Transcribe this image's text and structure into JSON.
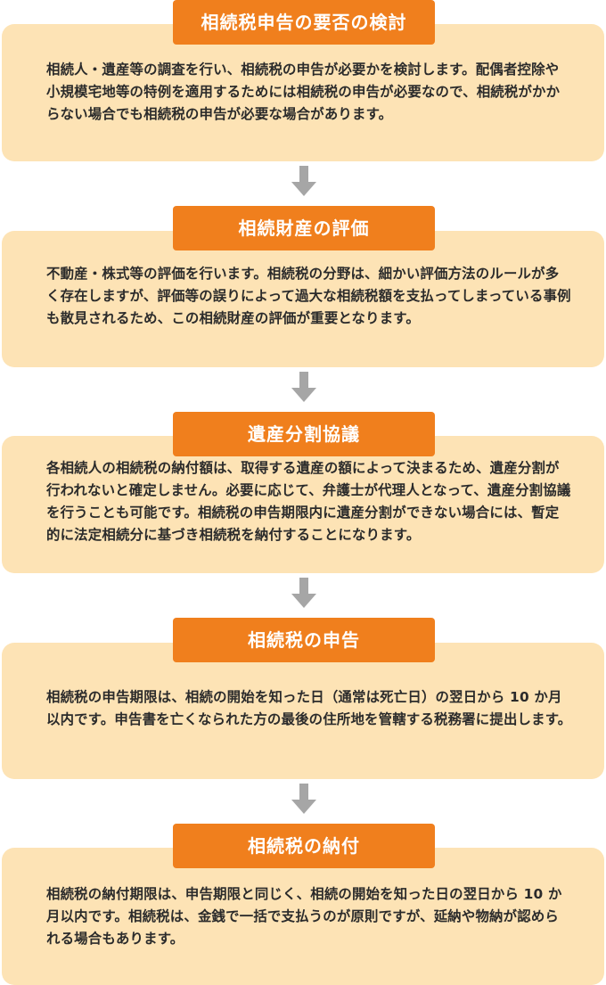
{
  "steps": [
    {
      "title": "相続税申告の要否の検討",
      "text": "相続人・遺産等の調査を行い、相続税の申告が必要かを検討します。配偶者控除や小規模宅地等の特例を適用するためには相続税の申告が必要なので、相続税がかからない場合でも相続税の申告が必要な場合があります。"
    },
    {
      "title": "相続財産の評価",
      "text": "不動産・株式等の評価を行います。相続税の分野は、細かい評価方法のルールが多く存在しますが、評価等の誤りによって過大な相続税額を支払ってしまっている事例も散見されるため、この相続財産の評価が重要となります。"
    },
    {
      "title": "遺産分割協議",
      "text": "各相続人の相続税の納付額は、取得する遺産の額によって決まるため、遺産分割が行われないと確定しません。必要に応じて、弁護士が代理人となって、遺産分割協議を行うことも可能です。相続税の申告期限内に遺産分割ができない場合には、暫定的に法定相続分に基づき相続税を納付することになります。"
    },
    {
      "title": "相続税の申告",
      "text": "相続税の申告期限は、相続の開始を知った日（通常は死亡日）の翌日から 10 か月以内です。申告書を亡くなられた方の最後の住所地を管轄する税務署に提出します。"
    },
    {
      "title": "相続税の納付",
      "text": "相続税の納付期限は、申告期限と同じく、相続の開始を知った日の翌日から 10 か月以内です。相続税は、金銭で一括で支払うのが原則ですが、延納や物納が認められる場合もあります。"
    }
  ],
  "colors": {
    "title_bg": "#f07f1d",
    "box_bg": "#fde3b5",
    "arrow": "#a6a6a6"
  }
}
